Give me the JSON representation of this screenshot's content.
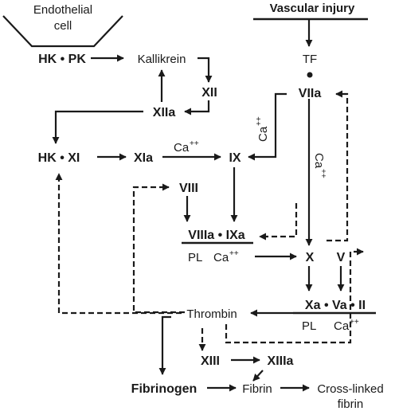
{
  "labels": {
    "endothelial_cell_line1": "Endothelial",
    "endothelial_cell_line2": "cell",
    "vascular_injury": "Vascular injury",
    "hk_pk": "HK • PK",
    "kallikrein": "Kallikrein",
    "tf": "TF",
    "xii": "XII",
    "viia": "VIIa",
    "xiia": "XIIa",
    "hk_xi": "HK • XI",
    "xia": "XIa",
    "ca_main": "Ca",
    "ca_sup": "++",
    "ix": "IX",
    "viii": "VIII",
    "viiia_ixa": "VIIIa • IXa",
    "pl": "PL",
    "x": "X",
    "v": "V",
    "xa_va_ii": "Xa • Va • II",
    "thrombin": "Thrombin",
    "xiii": "XIII",
    "xiiia": "XIIIa",
    "fibrinogen": "Fibrinogen",
    "fibrin": "Fibrin",
    "cross_linked_line1": "Cross-linked",
    "cross_linked_line2": "fibrin"
  }
}
